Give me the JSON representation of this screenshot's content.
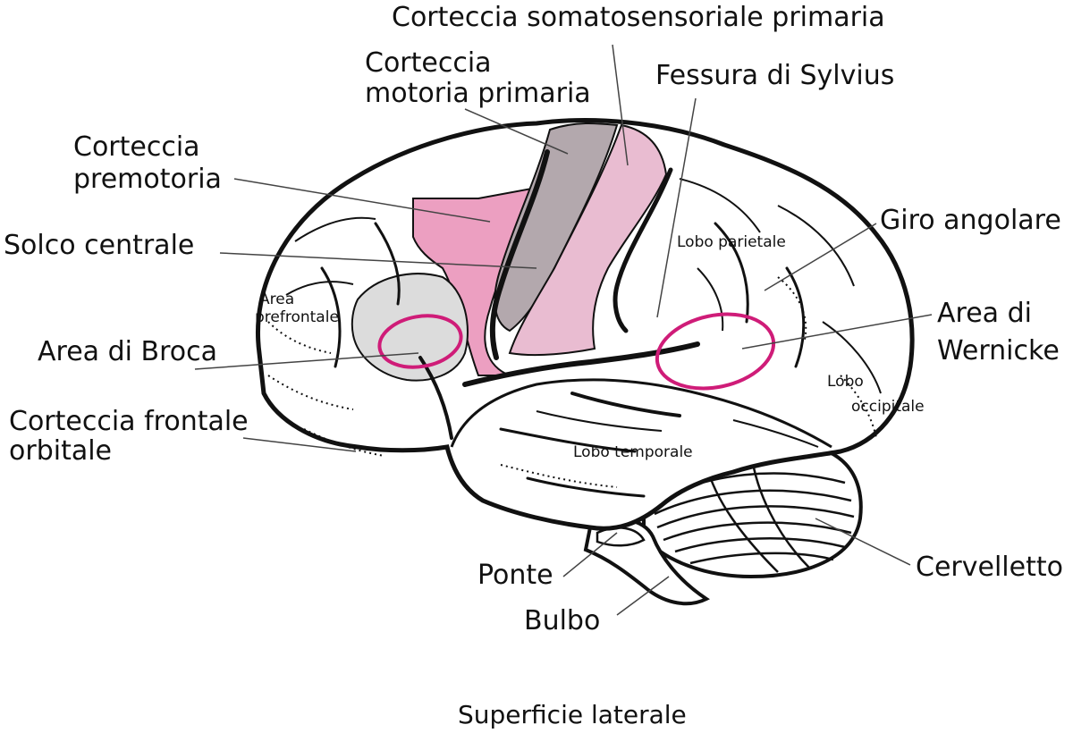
{
  "labels": {
    "somatosensory": "Corteccia somatosensoriale primaria",
    "motor_line1": "Corteccia",
    "motor_line2": "motoria primaria",
    "sylvian": "Fessura di Sylvius",
    "premotor_line1": "Corteccia",
    "premotor_line2": "premotoria",
    "central_sulcus": "Solco centrale",
    "angular_gyrus": "Giro angolare",
    "parietal_lobe": "Lobo parietale",
    "prefrontal_line1": "Area",
    "prefrontal_line2": "prefrontale",
    "broca": "Area di Broca",
    "wernicke_line1": "Area di",
    "wernicke_line2": "Wernicke",
    "occipital_line1": "Lobo",
    "occipital_line2": "occipitale",
    "orbitofrontal_line1": "Corteccia frontale",
    "orbitofrontal_line2": "orbitale",
    "temporal_lobe": "Lobo temporale",
    "cerebellum": "Cervelletto",
    "pons": "Ponte",
    "medulla": "Bulbo"
  },
  "caption": "Superficie laterale",
  "colors": {
    "outline": "#111111",
    "premotor": "#ec9fc1",
    "motor": "#b3a8ad",
    "somatosensory": "#e9bcd1",
    "prefrontal": "#dcdcdc",
    "highlight_ring": "#cf1c78",
    "leader": "#444444"
  }
}
